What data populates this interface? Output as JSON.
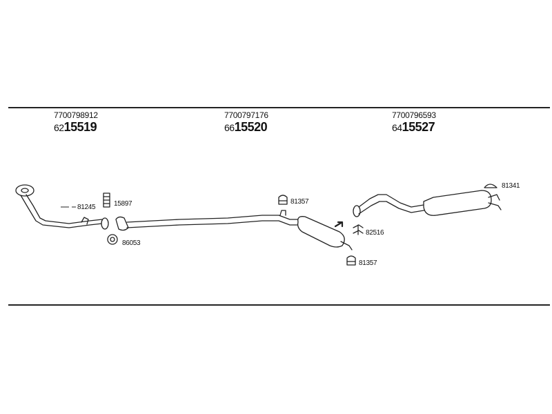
{
  "parts": [
    {
      "oe": "7700798912",
      "prefix": "62",
      "number": "15519"
    },
    {
      "oe": "7700797176",
      "prefix": "66",
      "number": "15520"
    },
    {
      "oe": "7700796593",
      "prefix": "64",
      "number": "15527"
    }
  ],
  "callouts": {
    "c81245": "81245",
    "c15897": "15897",
    "c86053": "86053",
    "c81357a": "81357",
    "c82516": "82516",
    "c81357b": "81357",
    "c81341": "81341"
  },
  "colors": {
    "ink": "#222222",
    "background": "#ffffff"
  }
}
